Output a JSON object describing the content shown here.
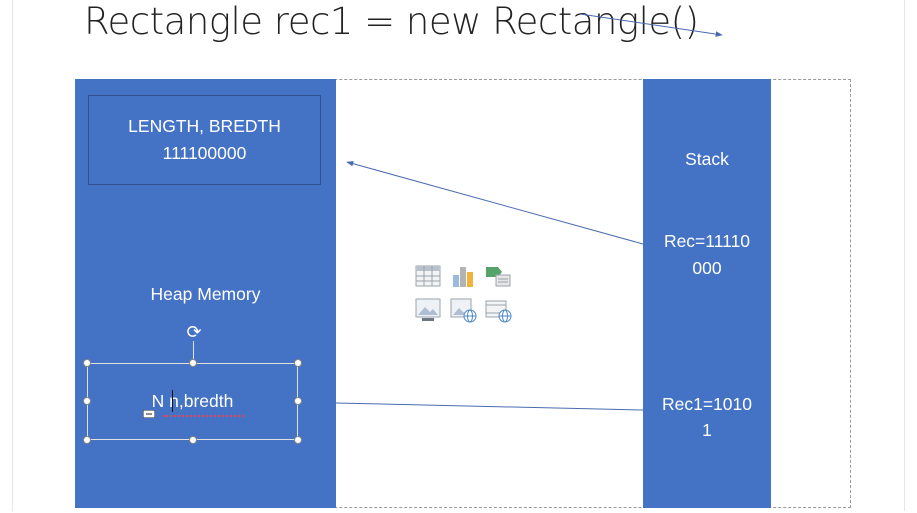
{
  "slide": {
    "title": "Rectangle rec1 = new Rectangle()"
  },
  "heap": {
    "label": "Heap Memory",
    "object_box": {
      "line1": "LENGTH, BREDTH",
      "line2": "111100000"
    },
    "editing_text": "N n,bredth"
  },
  "stack": {
    "label": "Stack",
    "entry1": {
      "line1": "Rec=11110",
      "line2": "000"
    },
    "entry2": {
      "line1": "Rec1=1010",
      "line2": "1"
    }
  },
  "placeholder_icons": [
    "insert-table-icon",
    "insert-chart-icon",
    "insert-smartart-icon",
    "insert-picture-icon",
    "insert-online-picture-icon",
    "insert-video-icon"
  ],
  "colors": {
    "memory_fill": "#4472c4",
    "memory_border": "#2f528f",
    "arrow": "#4a6bb0",
    "text_on_fill": "#ffffff"
  }
}
